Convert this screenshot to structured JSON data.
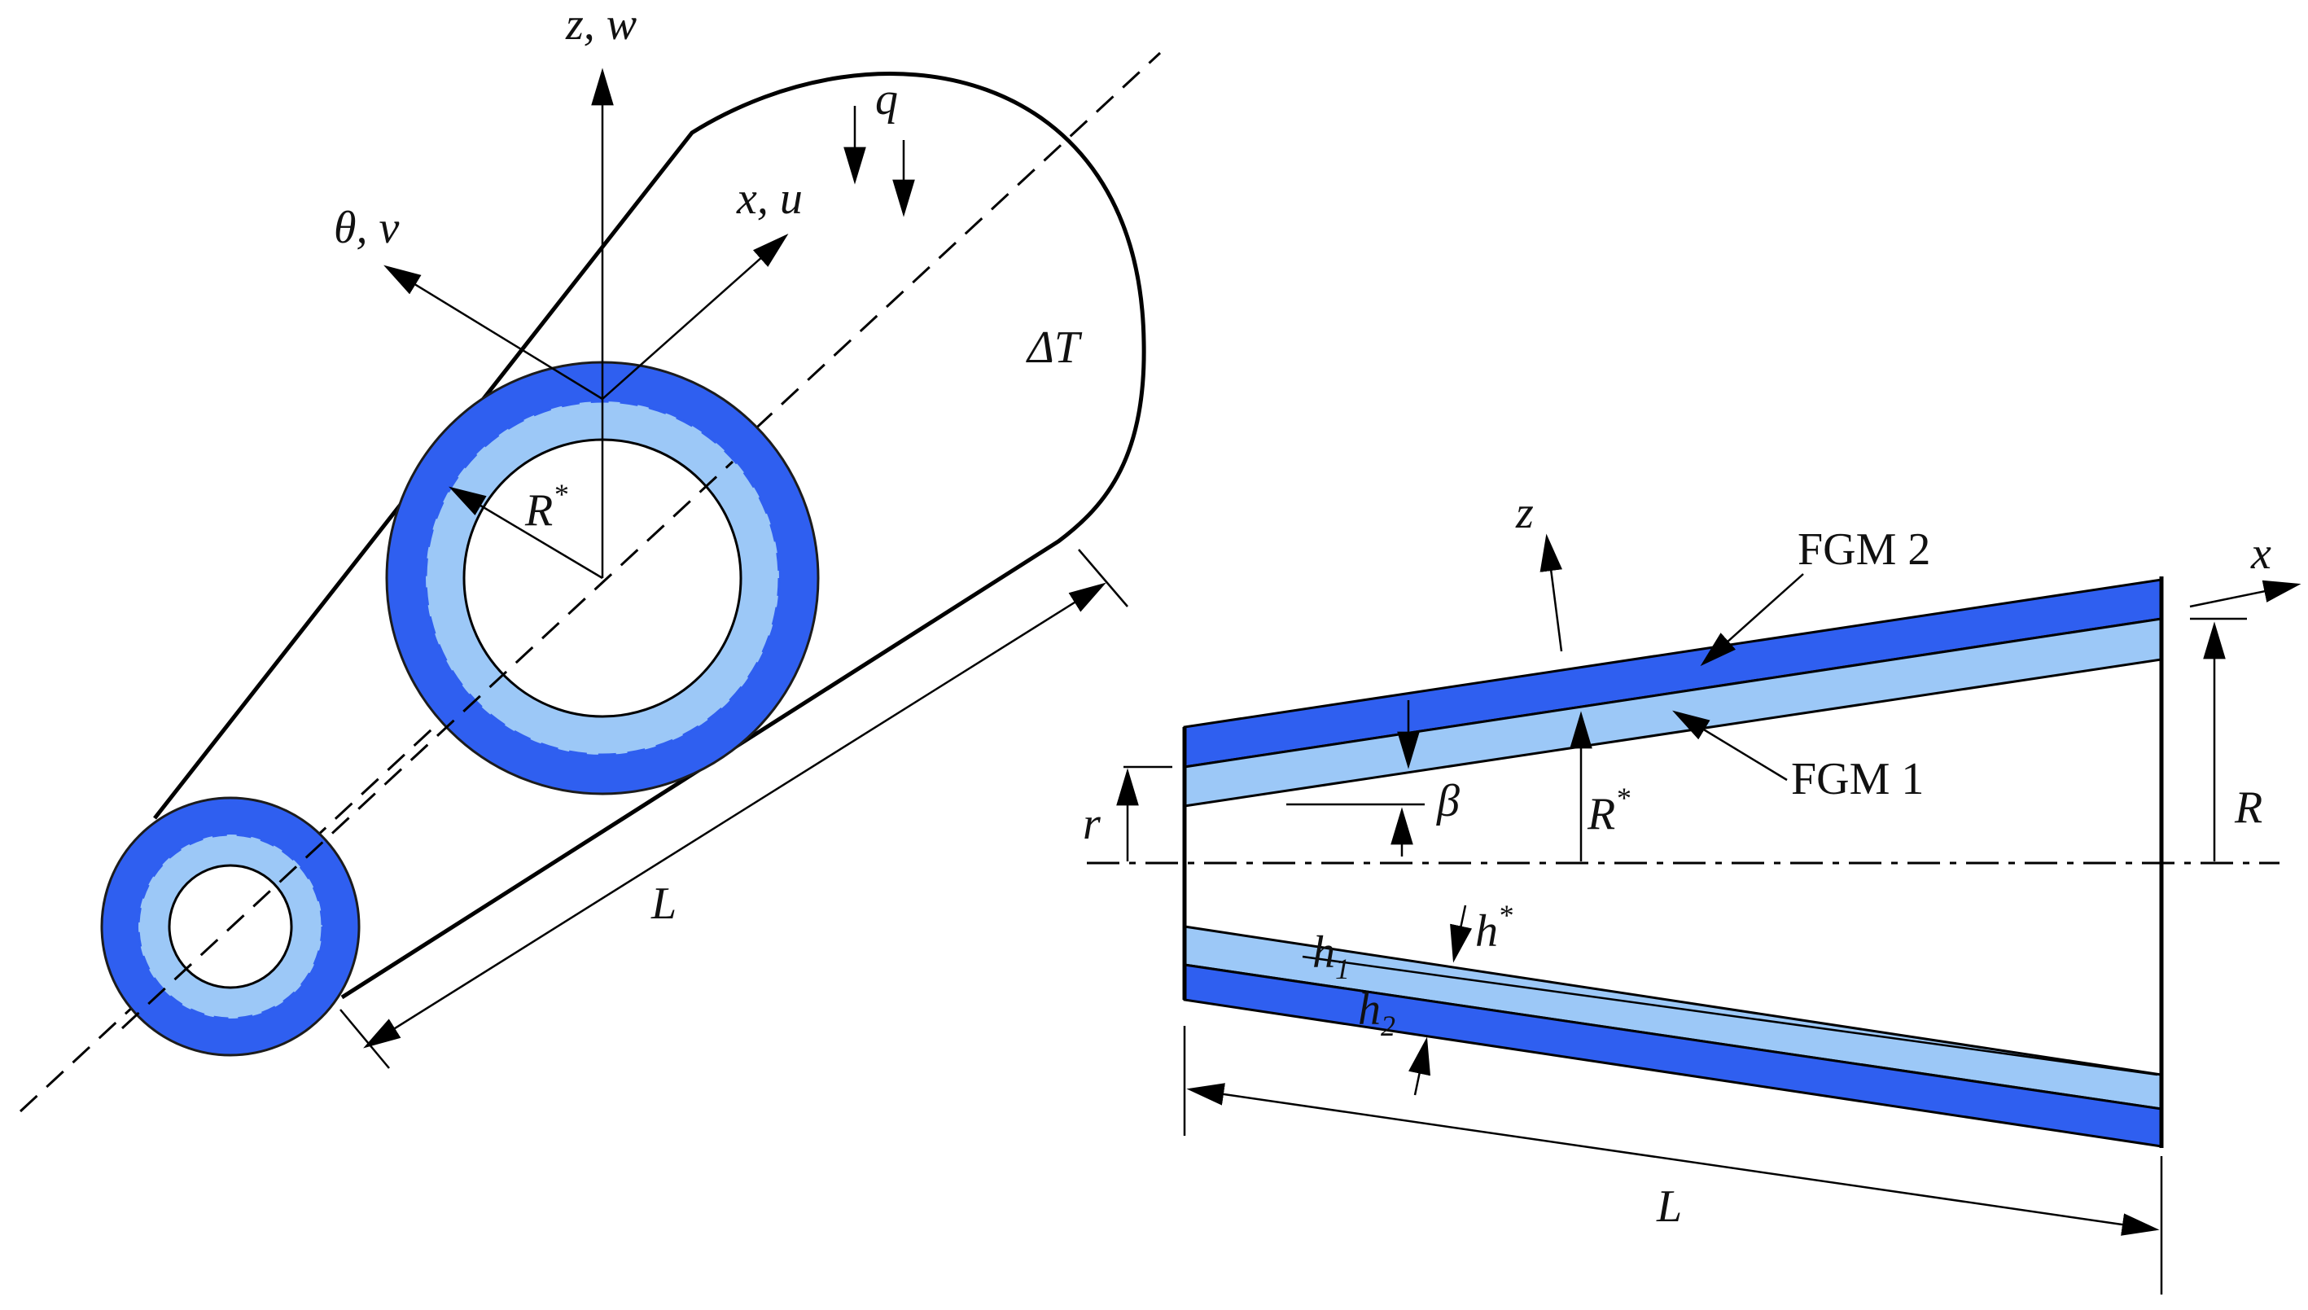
{
  "colors": {
    "fgm2_dark_blue": "#2f5ff0",
    "fgm1_light_blue": "#9cc8f7",
    "line": "#000000",
    "background": "#ffffff"
  },
  "left_view": {
    "axis_z": "z, w",
    "axis_theta": "θ, v",
    "axis_x": "x, u",
    "load": "q",
    "temperature": "ΔT",
    "radius_base": "R",
    "radius_sup": "*",
    "length": "L"
  },
  "right_view": {
    "axis_z": "z",
    "axis_x": "x",
    "label_fgm2": "FGM 2",
    "label_fgm1": "FGM 1",
    "small_radius": "r",
    "large_radius": "R",
    "mid_radius_base": "R",
    "mid_radius_sup": "*",
    "angle": "β",
    "thickness_base": "h",
    "thickness_sup": "*",
    "h1_base": "h",
    "h1_sub": "1",
    "h2_base": "h",
    "h2_sub": "2",
    "length": "L"
  }
}
